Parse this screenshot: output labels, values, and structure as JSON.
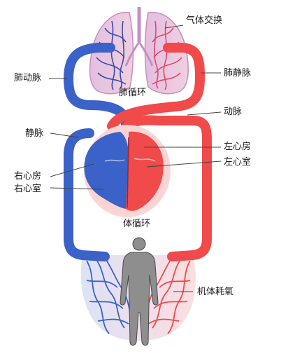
{
  "labels": {
    "gas_exchange": "气体交换",
    "pulmonary_artery": "肺动脉",
    "pulmonary_vein": "肺静脉",
    "pulmonary_circulation": "肺循环",
    "artery": "动脉",
    "vein": "静脉",
    "left_atrium": "左心房",
    "left_ventricle": "左心室",
    "right_atrium": "右心房",
    "right_ventricle": "右心室",
    "systemic_circulation": "体循环",
    "tissue_oxygen_use": "机体耗氧"
  },
  "colors": {
    "oxygenated": "#f04a4a",
    "deoxygenated": "#3a62c8",
    "lung_fill": "#e9c6dd",
    "tissue_blend": "#a04a9a"
  }
}
